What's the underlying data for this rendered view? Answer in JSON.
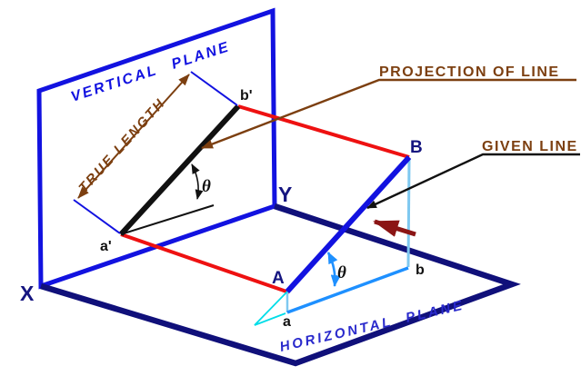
{
  "diagram": {
    "labels": {
      "vertical_plane": "VERTICAL PLANE",
      "horizontal_plane": "HORIZONTAL PLANE",
      "true_length": "TRUE LENGTH",
      "projection_of_line": "PROJECTION OF LINE",
      "given_line": "GIVEN LINE"
    },
    "points": {
      "X": "X",
      "Y": "Y",
      "A": "A",
      "B": "B",
      "a_prime": "a'",
      "b_prime": "b'",
      "a": "a",
      "b": "b"
    },
    "angles": {
      "theta_front_view": "θ",
      "theta_top_view": "θ"
    },
    "colors": {
      "vertical_plane_border": "#1212e0",
      "horizontal_plane_border": "#10107a",
      "projection_connector_red": "#ee1111",
      "given_line_blue": "#1212e0",
      "front_view_line_black": "#111111",
      "top_view_line_blue": "#1e90ff",
      "projector_light_blue": "#7ec8f0",
      "rotation_trace_cyan": "#00dde8",
      "dimension_brown": "#7c3f10",
      "direction_arrow_dark_red": "#8b1515",
      "point_label_navy": "#151580"
    }
  }
}
